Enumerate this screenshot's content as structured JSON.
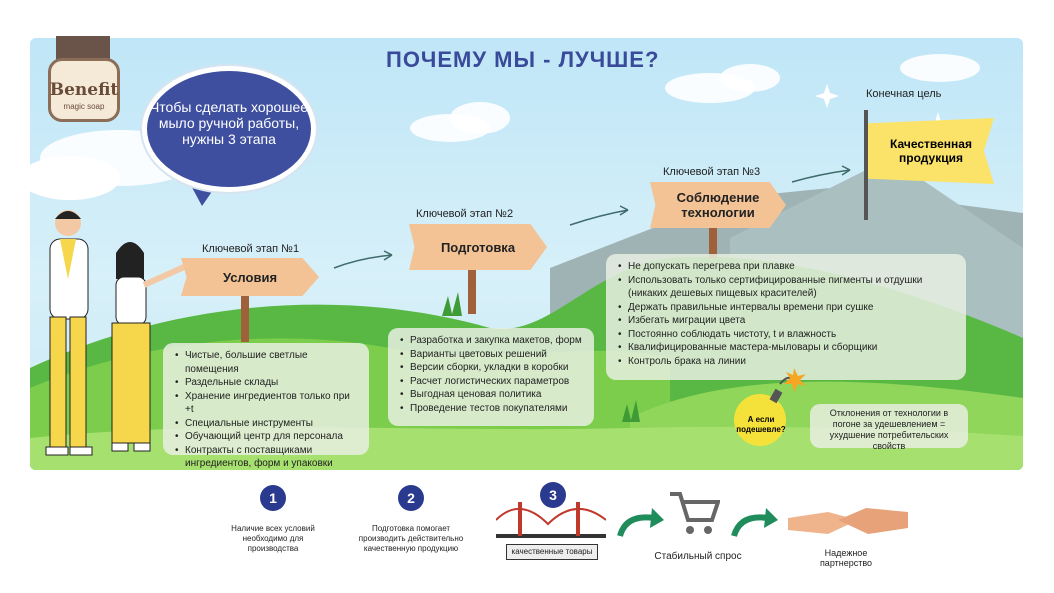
{
  "title": "ПОЧЕМУ МЫ - ЛУЧШЕ?",
  "logo": {
    "name": "Benefit",
    "sub": "magic soap"
  },
  "bubble": "Чтобы сделать хорошее мыло ручной работы, нужны 3 этапа",
  "goal": {
    "label": "Конечная цель",
    "flag": "Качественная продукция"
  },
  "stages": [
    {
      "label": "Ключевой этап №1",
      "sign": "Условия",
      "items": [
        "Чистые, большие светлые помещения",
        "Раздельные склады",
        " Хранение ингредиентов только при +t",
        "Специальные инструменты",
        "Обучающий центр для персонала",
        "Контракты с поставщиками ингредиентов, форм и упаковки"
      ]
    },
    {
      "label": "Ключевой этап №2",
      "sign": "Подготовка",
      "items": [
        "Разработка и закупка макетов, форм",
        "Варианты цветовых решений",
        "Версии сборки, укладки в коробки",
        "Расчет логистических параметров",
        "Выгодная ценовая политика",
        "Проведение тестов покупателями"
      ]
    },
    {
      "label": "Ключевой этап №3",
      "sign": "Соблюдение технологии",
      "items": [
        "Не допускать перегрева при плавке",
        "Использовать только сертифицированные пигменты и отдушки (никаких дешевых пищевых красителей)",
        "Держать правильные интервалы времени при сушке",
        "Избегать миграции цвета",
        "Постоянно соблюдать чистоту, t и влажность",
        "Квалифицированные мастера-мыловары и сборщики",
        "Контроль брака на линии"
      ]
    }
  ],
  "bomb_text": "А если подешевле?",
  "warning": "Отклонения от технологии в погоне за удешевлением = ухудшение потребительских свойств",
  "bottom": {
    "step1": {
      "num": "1",
      "text": "Наличие всех условий необходимо для производства"
    },
    "step2": {
      "num": "2",
      "text": "Подготовка помогает производить действительно качественную продукцию"
    },
    "step3": {
      "num": "3",
      "text": "качественные товары"
    },
    "demand": "Стабильный спрос",
    "partner": "Надежное партнерство"
  },
  "colors": {
    "accent": "#3a4a9a",
    "sign": "#f3c396",
    "flag": "#fbe36a",
    "grass": "#7ccd4b"
  }
}
